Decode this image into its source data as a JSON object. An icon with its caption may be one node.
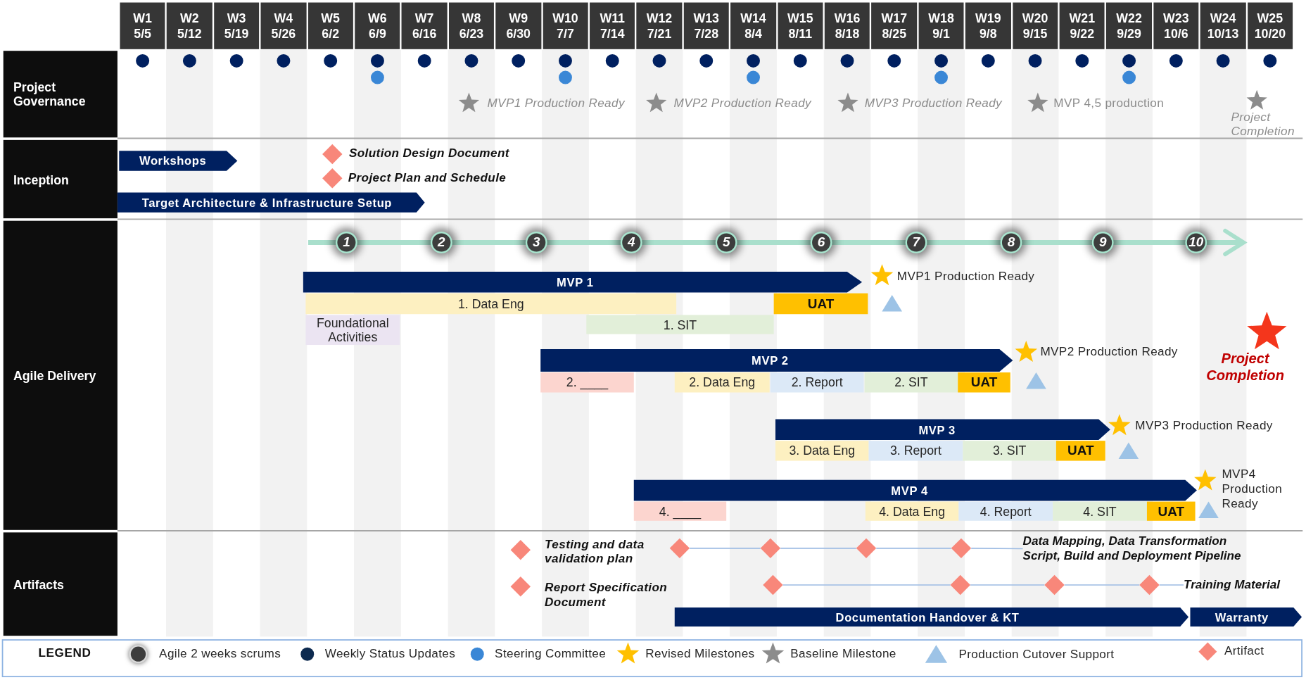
{
  "diagram": {
    "nodes": [
      {
        "text": [
          "W1",
          "5/5"
        ]
      },
      {
        "text": [
          "W2",
          "5/12"
        ]
      },
      {
        "text": [
          "W3",
          "5/19"
        ]
      },
      {
        "text": [
          "W4",
          "5/26"
        ]
      },
      {
        "text": [
          "W5",
          "6/2"
        ]
      },
      {
        "text": [
          "W6",
          "6/9"
        ]
      },
      {
        "text": [
          "W7",
          "6/16"
        ]
      },
      {
        "text": [
          "W8",
          "6/23"
        ]
      },
      {
        "text": [
          "W9",
          "6/30"
        ]
      },
      {
        "text": [
          "W10",
          "7/7"
        ]
      },
      {
        "text": [
          "W11",
          "7/14"
        ]
      },
      {
        "text": [
          "W12",
          "7/21"
        ]
      },
      {
        "text": [
          "W13",
          "7/28"
        ]
      },
      {
        "text": [
          "W14",
          "8/4"
        ]
      },
      {
        "text": [
          "W15",
          "8/11"
        ]
      },
      {
        "text": [
          "W16",
          "8/18"
        ]
      },
      {
        "text": [
          "W17",
          "8/25"
        ]
      },
      {
        "text": [
          "W18",
          "9/1"
        ]
      },
      {
        "text": [
          "W19",
          "9/8"
        ]
      },
      {
        "text": [
          "W20",
          "9/15"
        ]
      },
      {
        "text": [
          "W21",
          "9/22"
        ]
      },
      {
        "text": [
          "W22",
          "9/29"
        ]
      },
      {
        "text": [
          "W23",
          "10/6"
        ]
      },
      {
        "text": [
          "W24",
          "10/13"
        ]
      },
      {
        "text": [
          "W25",
          "10/20"
        ]
      },
      {
        "text": [
          "Project Governance"
        ]
      },
      {
        "text": [
          "Inception"
        ]
      },
      {
        "text": [
          "Agile Delivery"
        ]
      },
      {
        "text": [
          "Artifacts"
        ]
      },
      {
        "text": [
          "Workshops"
        ]
      },
      {
        "text": [
          "Target Architecture & Infrastructure Setup"
        ]
      },
      {
        "text": [
          "1"
        ]
      },
      {
        "text": [
          "2"
        ]
      },
      {
        "text": [
          "3"
        ]
      },
      {
        "text": [
          "4"
        ]
      },
      {
        "text": [
          "5"
        ]
      },
      {
        "text": [
          "6"
        ]
      },
      {
        "text": [
          "7"
        ]
      },
      {
        "text": [
          "8"
        ]
      },
      {
        "text": [
          "9"
        ]
      },
      {
        "text": [
          "10"
        ]
      },
      {
        "text": [
          "MVP 1"
        ]
      },
      {
        "text": [
          "1. Data Eng"
        ]
      },
      {
        "text": [
          "UAT"
        ]
      },
      {
        "text": [
          "Foundational Activities"
        ]
      },
      {
        "text": [
          "1. SIT"
        ]
      },
      {
        "text": [
          "MVP 2"
        ]
      },
      {
        "text": [
          "2. ____"
        ]
      },
      {
        "text": [
          "2. Data Eng"
        ]
      },
      {
        "text": [
          "2. Report"
        ]
      },
      {
        "text": [
          "2. SIT"
        ]
      },
      {
        "text": [
          "UAT"
        ]
      },
      {
        "text": [
          "MVP 3"
        ]
      },
      {
        "text": [
          "3. Data Eng"
        ]
      },
      {
        "text": [
          "3. Report"
        ]
      },
      {
        "text": [
          "3. SIT"
        ]
      },
      {
        "text": [
          "UAT"
        ]
      },
      {
        "text": [
          "MVP 4"
        ]
      },
      {
        "text": [
          "4. ____"
        ]
      },
      {
        "text": [
          "4. Data Eng"
        ]
      },
      {
        "text": [
          "4. Report"
        ]
      },
      {
        "text": [
          "4. SIT"
        ]
      },
      {
        "text": [
          "UAT"
        ]
      },
      {
        "text": [],
        "shape": "diamond"
      },
      {
        "text": [],
        "shape": "diamond"
      },
      {
        "text": [],
        "shape": "diamond"
      },
      {
        "text": [],
        "shape": "diamond"
      },
      {
        "text": [
          "Data Mapping, Data Transformation Script, Build and Deployment Pipeline"
        ]
      },
      {
        "text": [],
        "shape": "diamond"
      },
      {
        "text": [],
        "shape": "diamond"
      },
      {
        "text": [],
        "shape": "diamond"
      },
      {
        "text": [],
        "shape": "diamond"
      },
      {
        "text": [
          "Training Material"
        ]
      },
      {
        "text": [
          "Documentation Handover & KT"
        ]
      },
      {
        "text": [
          "Warranty"
        ]
      }
    ],
    "edges": [
      {
        "from": 63,
        "to": 64,
        "arrow": "none"
      },
      {
        "from": 64,
        "to": 65,
        "arrow": "none"
      },
      {
        "from": 65,
        "to": 66,
        "arrow": "none"
      },
      {
        "from": 66,
        "to": 67,
        "arrow": "none"
      },
      {
        "from": 68,
        "to": 69,
        "arrow": "none"
      },
      {
        "from": 69,
        "to": 70,
        "arrow": "none"
      },
      {
        "from": 70,
        "to": 71,
        "arrow": "none"
      },
      {
        "from": 71,
        "to": 72,
        "arrow": "none"
      }
    ],
    "labels": [
      "MVP1 Production Ready",
      "MVP2 Production Ready",
      "MVP3 Production Ready",
      "MVP 4,5 production",
      "Project Completion",
      "Solution Design Document",
      "Project Plan and Schedule",
      "MVP1 Production Ready",
      "MVP2 Production Ready",
      "Project Completion",
      "MVP3 Production Ready",
      "MVP4 Production Ready",
      "Testing and data validation plan",
      "Report Specification Document",
      "LEGEND"
    ],
    "legend": [
      {
        "text": "Agile 2 weeks scrums"
      },
      {
        "text": "Weekly Status Updates",
        "color": "#0d2a4f"
      },
      {
        "text": "Steering Committee",
        "color": "#3a87d6"
      },
      {
        "text": "Revised Milestones"
      },
      {
        "text": "Baseline Milestone"
      },
      {
        "text": "Production Cutover Support"
      },
      {
        "text": "Artifact"
      }
    ]
  }
}
